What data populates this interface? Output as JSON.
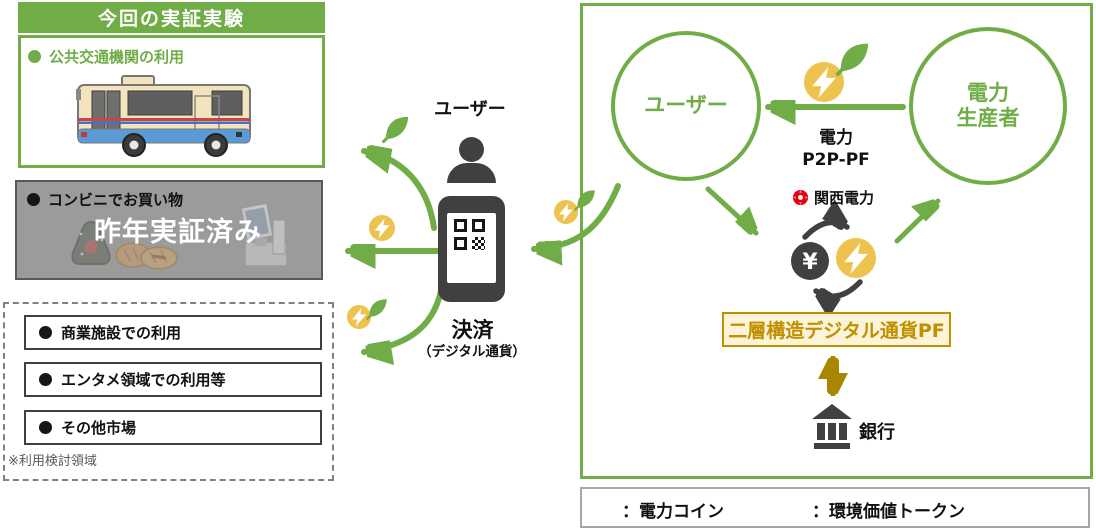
{
  "colors": {
    "green": "#70ad47",
    "dark": "#404040",
    "coin_gold": "#eec24f",
    "tan_bg": "#fdf3d8",
    "tan_border": "#bf9000",
    "tan_text": "#bf9000",
    "gray_bg": "#9c9c9c",
    "gray_border": "#595959",
    "dashed_border": "#808080",
    "kanden_red": "#e60012",
    "gold_arrow": "#a98600"
  },
  "left_panel": {
    "current_experiment": {
      "header": "今回の実証実験",
      "item": "公共交通機関の利用"
    },
    "completed": {
      "item": "コンビニでお買い物",
      "overlay": "昨年実証済み"
    },
    "candidates": {
      "items": [
        "商業施設での利用",
        "エンタメ領域での利用等",
        "その他市場"
      ],
      "note": "※利用検討領域"
    }
  },
  "center": {
    "user_label": "ユーザー",
    "payment_label": "決済",
    "payment_sub": "（デジタル通貨）"
  },
  "p2p_box": {
    "user_circle": "ユーザー",
    "producer_line1": "電力",
    "producer_line2": "生産者",
    "p2p_line1": "電力",
    "p2p_line2": "P2P-PF",
    "operator": "関西電力",
    "yen": "¥",
    "pf_box": "二層構造デジタル通貨PF",
    "bank": "銀行"
  },
  "legend": {
    "coin_label": "：電力コイン",
    "leaf_label": "：環境価値トークン"
  }
}
